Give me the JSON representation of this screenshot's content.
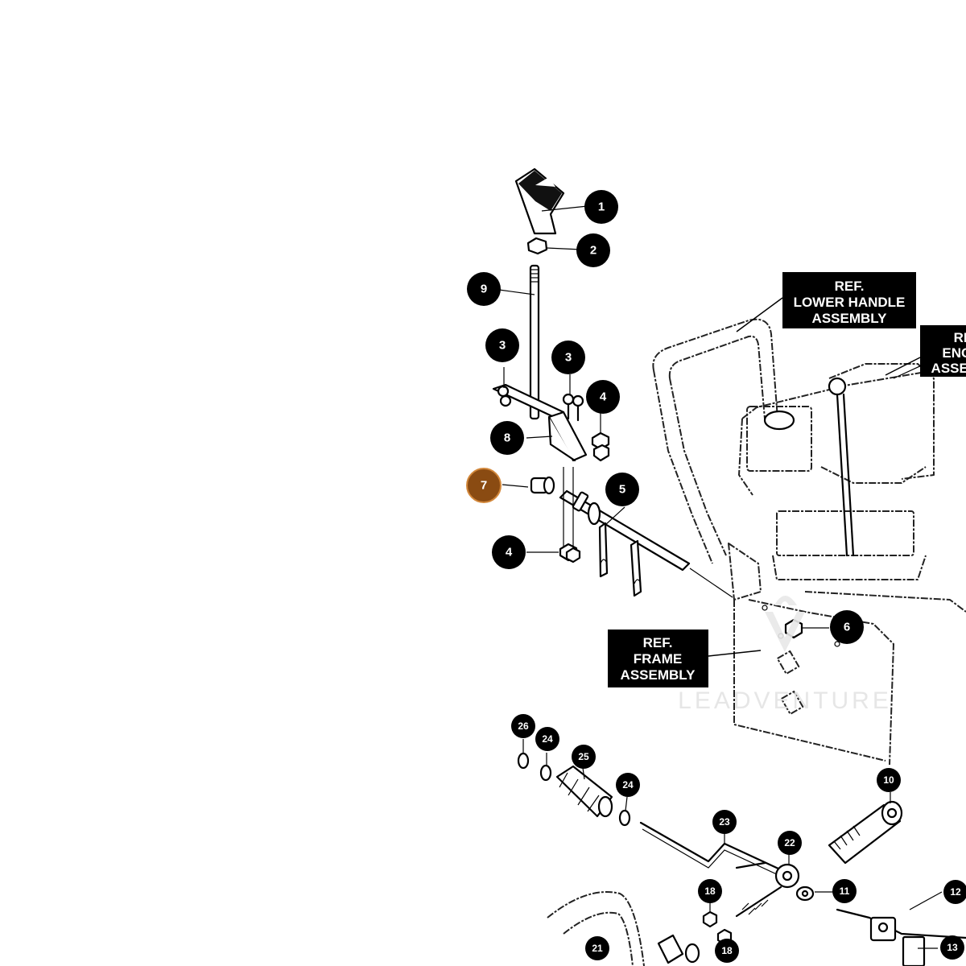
{
  "part_callouts": [
    {
      "id": "c1",
      "label": "1"
    },
    {
      "id": "c2",
      "label": "2"
    },
    {
      "id": "c9",
      "label": "9"
    },
    {
      "id": "c3a",
      "label": "3"
    },
    {
      "id": "c3b",
      "label": "3"
    },
    {
      "id": "c4a",
      "label": "4"
    },
    {
      "id": "c8",
      "label": "8"
    },
    {
      "id": "c7",
      "label": "7",
      "highlighted": true
    },
    {
      "id": "c5",
      "label": "5"
    },
    {
      "id": "c4b",
      "label": "4"
    },
    {
      "id": "c6",
      "label": "6"
    },
    {
      "id": "c26",
      "label": "26"
    },
    {
      "id": "c24a",
      "label": "24"
    },
    {
      "id": "c25",
      "label": "25"
    },
    {
      "id": "c24b",
      "label": "24"
    },
    {
      "id": "c10",
      "label": "10"
    },
    {
      "id": "c23",
      "label": "23"
    },
    {
      "id": "c22",
      "label": "22"
    },
    {
      "id": "c18a",
      "label": "18"
    },
    {
      "id": "c11",
      "label": "11"
    },
    {
      "id": "c18b",
      "label": "18"
    },
    {
      "id": "c12",
      "label": "12"
    },
    {
      "id": "c21",
      "label": "21"
    },
    {
      "id": "c13",
      "label": "13"
    }
  ],
  "reference_labels": {
    "lower_handle": [
      "REF.",
      "LOWER HANDLE",
      "ASSEMBLY"
    ],
    "engine": [
      "REF.",
      "ENGINE",
      "ASSEMBLY"
    ],
    "frame": [
      "REF.",
      "FRAME",
      "ASSEMBLY"
    ]
  },
  "watermark": {
    "text": "LEADVENTURE"
  },
  "colors": {
    "callout_fill": "#000000",
    "callout_text": "#ffffff",
    "highlight_fill": "#8a4b12",
    "highlight_ring": "#d2873a",
    "line_art": "#000000",
    "watermark": "#e4e4e4",
    "background": "#ffffff"
  }
}
